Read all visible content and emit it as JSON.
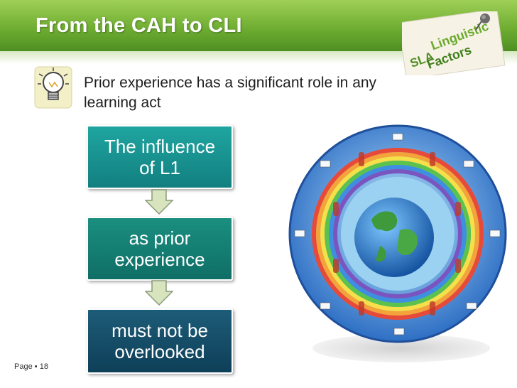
{
  "slide": {
    "title": "From the CAH to CLI",
    "intro": "Prior experience has a significant role in any learning act",
    "page_label": "Page ▪ 18"
  },
  "logo": {
    "line1": "SLA",
    "line2": "Linguistic",
    "line3": "Factors"
  },
  "flow": [
    {
      "line1": "The influence",
      "line2": "of L1"
    },
    {
      "line1": "as prior",
      "line2": "experience"
    },
    {
      "line1": "must not be",
      "line2": "overlooked"
    }
  ],
  "colors": {
    "header_green": "#6fae32",
    "box1": "#1fa5a0",
    "box2": "#1a8f80",
    "box3": "#1d5c78",
    "arrow_fill": "#d7e4bd"
  }
}
